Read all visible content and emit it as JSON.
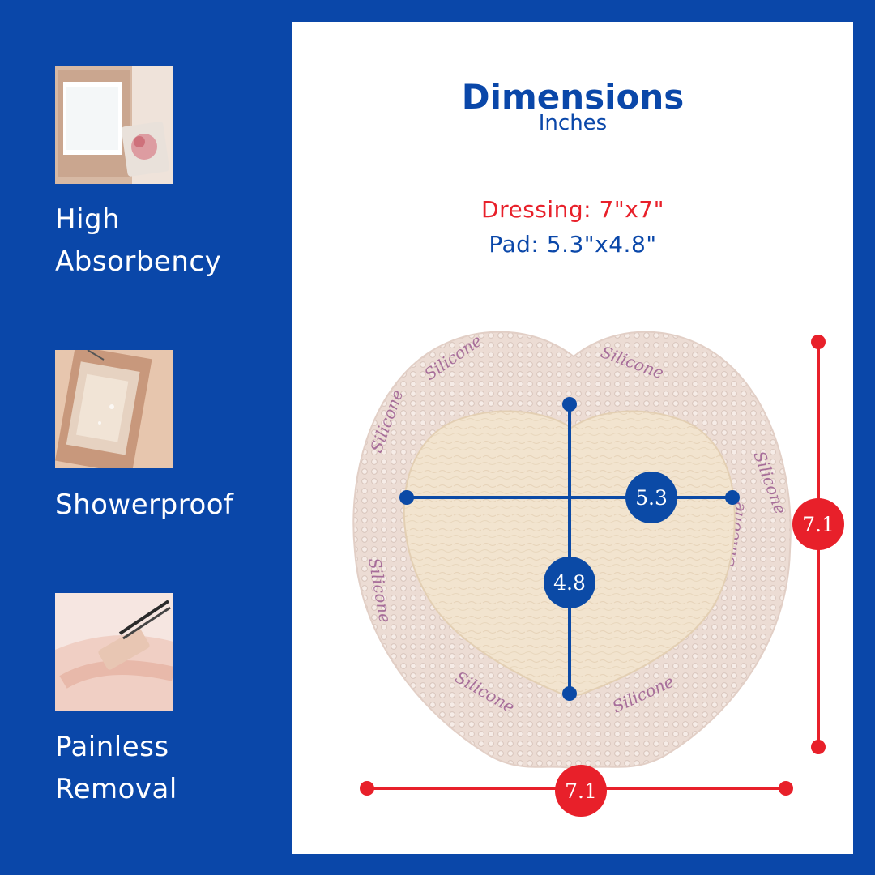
{
  "features": [
    {
      "icon": "absorbent-pad-photo",
      "lines": [
        "High",
        "Absorbency"
      ]
    },
    {
      "icon": "dressing-on-skin-photo",
      "lines": [
        "Showerproof"
      ]
    },
    {
      "icon": "tweezers-removal-photo",
      "lines": [
        "Painless",
        "Removal"
      ]
    }
  ],
  "panel": {
    "title": "Dimensions",
    "subtitle": "Inches",
    "dressing_spec": "Dressing: 7\"x7\"",
    "pad_spec": "Pad: 5.3\"x4.8\""
  },
  "measurements": {
    "pad_width": "5.3",
    "pad_height": "4.8",
    "dressing_width": "7.1",
    "dressing_height": "7.1"
  },
  "dressing_print_text": "Silicone",
  "colors": {
    "background": "#0a47a9",
    "accent_red": "#e8202a",
    "marker_blue": "#0b4aa6"
  }
}
